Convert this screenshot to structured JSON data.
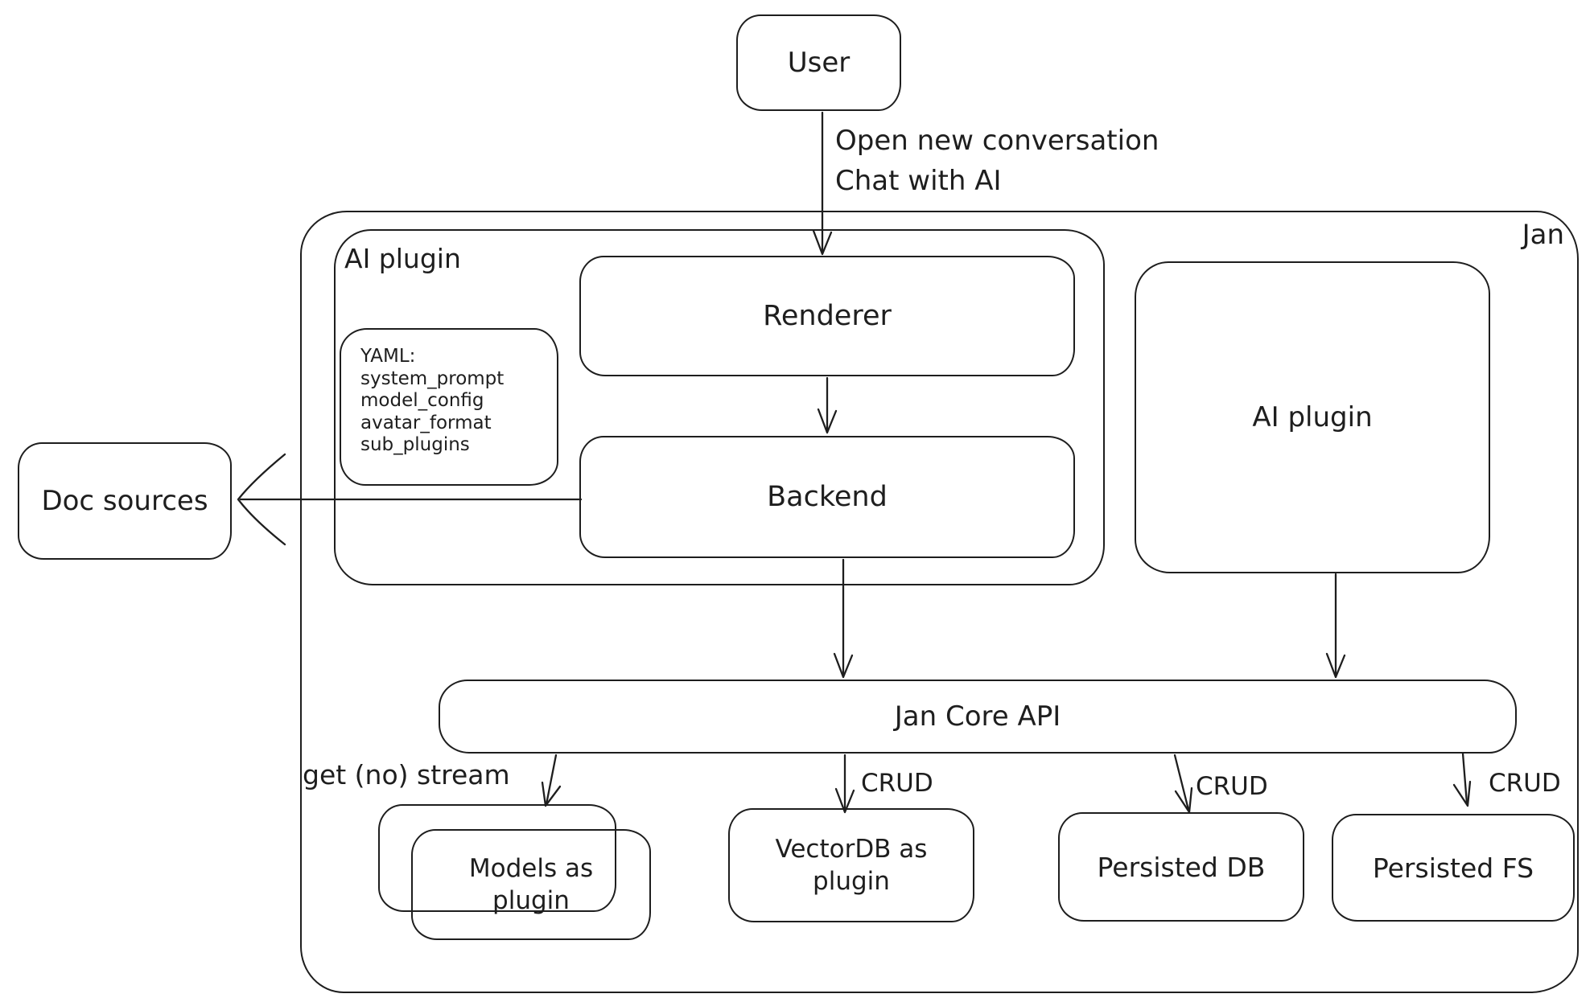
{
  "diagram": {
    "background_color": "#ffffff",
    "stroke_color": "#1e1e1e",
    "nodes": {
      "user": {
        "label": "User"
      },
      "jan": {
        "label": "Jan"
      },
      "ai_plugin_left": {
        "label": "AI plugin"
      },
      "renderer": {
        "label": "Renderer"
      },
      "yaml_note": {
        "lines": [
          "YAML:",
          "system_prompt",
          "model_config",
          "avatar_format",
          "sub_plugins"
        ]
      },
      "backend": {
        "label": "Backend"
      },
      "doc_sources": {
        "label": "Doc sources"
      },
      "ai_plugin_right": {
        "label": "AI plugin"
      },
      "jan_core_api": {
        "label": "Jan Core API"
      },
      "models_as_plugin": {
        "label": "Models as\nplugin"
      },
      "vectordb_as_plugin": {
        "label": "VectorDB as\nplugin"
      },
      "persisted_db": {
        "label": "Persisted DB"
      },
      "persisted_fs": {
        "label": "Persisted FS"
      }
    },
    "labels": {
      "flow": "Open new conversation\nChat with AI",
      "get_stream": "get (no) stream",
      "crud_vectordb": "CRUD",
      "crud_persisted_db": "CRUD",
      "crud_persisted_fs": "CRUD"
    },
    "edges": [
      {
        "from": "User",
        "to": "Renderer",
        "label": "Open new conversation / Chat with AI"
      },
      {
        "from": "Renderer",
        "to": "Backend",
        "label": ""
      },
      {
        "from": "Backend",
        "to": "Doc sources",
        "label": ""
      },
      {
        "from": "Backend",
        "to": "Jan Core API",
        "label": ""
      },
      {
        "from": "AI plugin (right)",
        "to": "Jan Core API",
        "label": ""
      },
      {
        "from": "Jan Core API",
        "to": "Models as plugin",
        "label": "get (no) stream"
      },
      {
        "from": "Jan Core API",
        "to": "VectorDB as plugin",
        "label": "CRUD"
      },
      {
        "from": "Jan Core API",
        "to": "Persisted DB",
        "label": "CRUD"
      },
      {
        "from": "Jan Core API",
        "to": "Persisted FS",
        "label": "CRUD"
      }
    ]
  }
}
